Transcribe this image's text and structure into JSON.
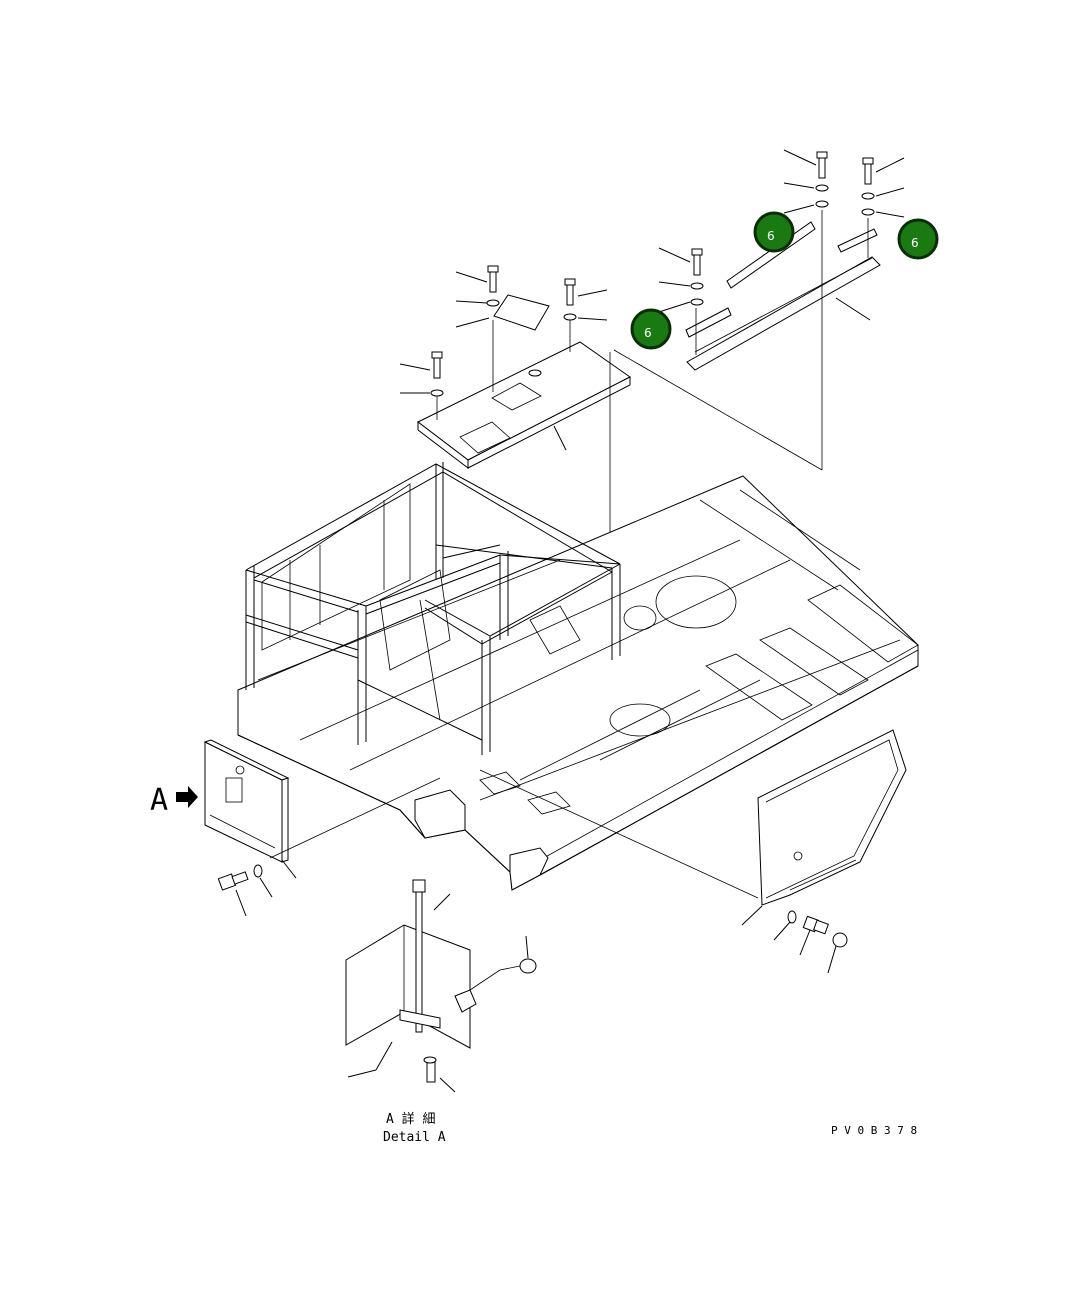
{
  "diagram": {
    "view_arrow_label": "A",
    "detail_label_jp": "A 詳 細",
    "detail_label_en": "Detail A",
    "drawing_code": "P V 0 B 3 7 8",
    "callouts": [
      {
        "label": "6"
      },
      {
        "label": "6"
      },
      {
        "label": "6"
      }
    ]
  },
  "colors": {
    "callout_fill": "#1a7a12",
    "callout_border": "#0b2d08",
    "line": "#000000",
    "background": "#ffffff"
  }
}
